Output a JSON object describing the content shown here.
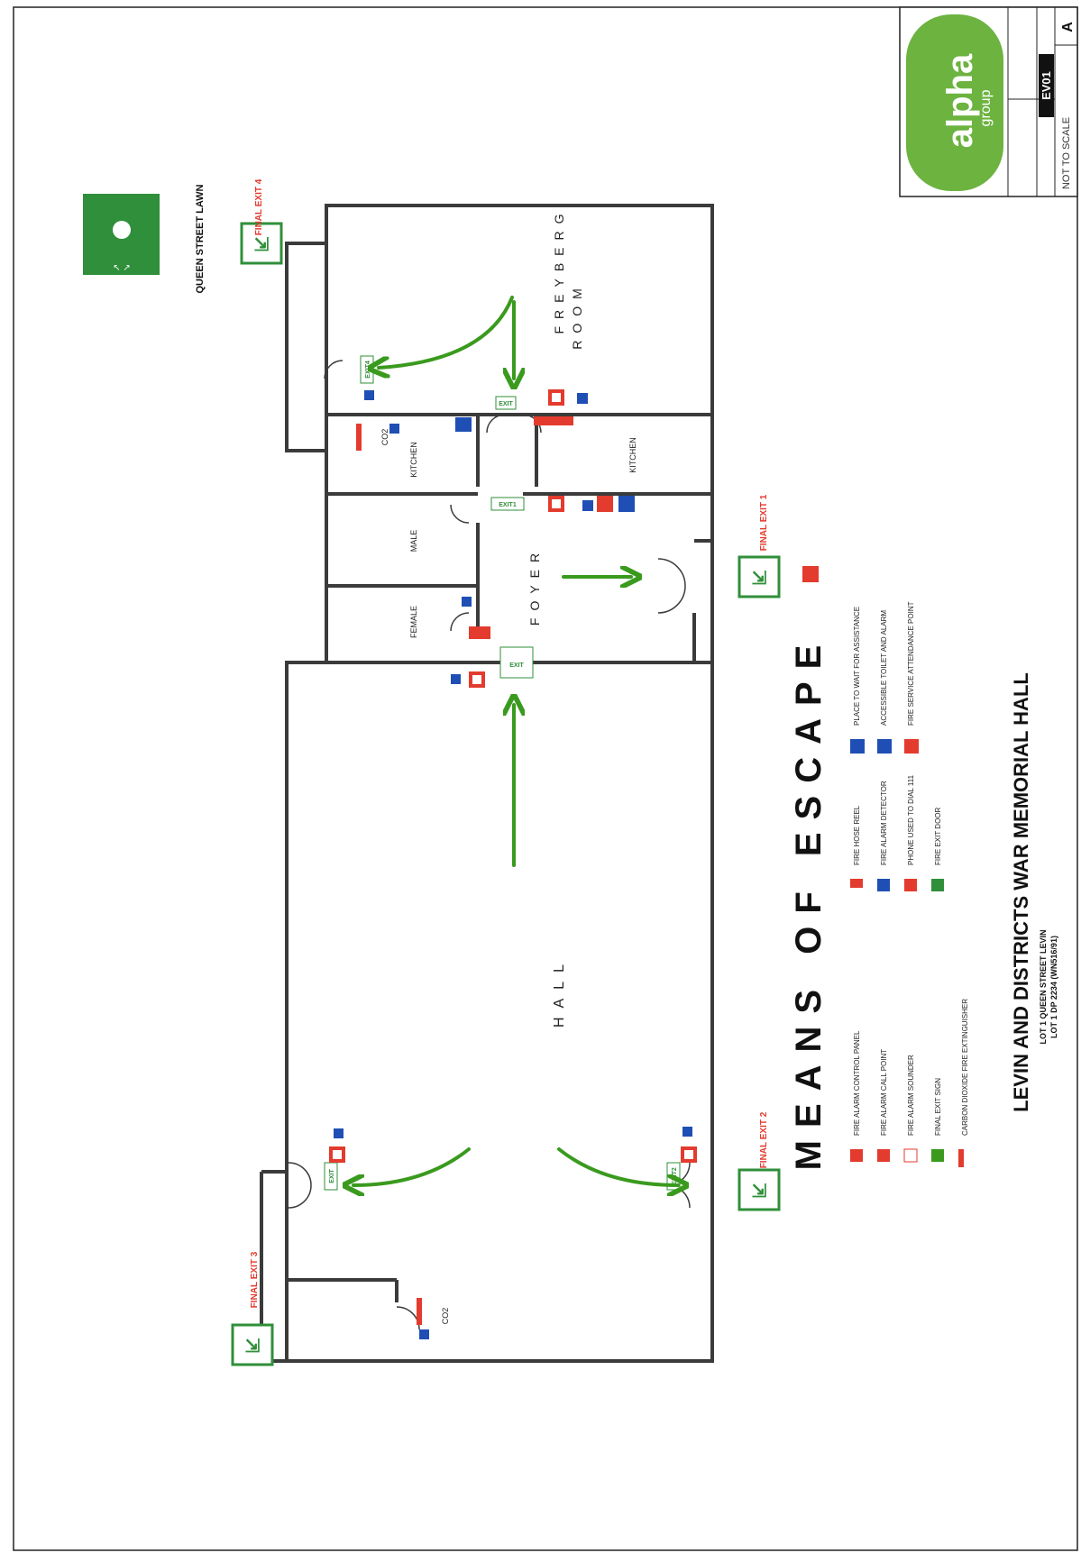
{
  "title_block": {
    "main_title": "MEANS OF ESCAPE",
    "building_name": "LEVIN AND DISTRICTS WAR MEMORIAL HALL",
    "address_line1": "LOT 1   QUEEN STREET   LEVIN",
    "address_line2": "LOT 1   DP 2234 (WN516/91)",
    "logo_word": "alpha",
    "logo_sub": "group",
    "sheet_number": "EV01",
    "revision": "A",
    "scale": "NOT TO SCALE"
  },
  "assembly": {
    "label": "QUEEN STREET LAWN"
  },
  "exits": {
    "final_exit_1": "FINAL EXIT 1",
    "final_exit_2": "FINAL EXIT 2",
    "final_exit_3": "FINAL EXIT 3",
    "final_exit_4": "FINAL EXIT 4",
    "door_exit": "EXIT",
    "door_exit1": "EXIT1",
    "door_exit2": "EXIT2",
    "door_exit4": "EXIT4"
  },
  "rooms": {
    "hall": "HALL",
    "foyer": "FOYER",
    "freyberg_line1": "FREYBERG",
    "freyberg_line2": "ROOM",
    "kitchen": "KITCHEN",
    "male": "MALE",
    "female": "FEMALE"
  },
  "equipment_labels": {
    "co2": "CO2"
  },
  "legend": [
    {
      "symbol": "panel-icon",
      "label": "FIRE ALARM CONTROL PANEL"
    },
    {
      "symbol": "call-point-icon",
      "label": "FIRE ALARM CALL POINT"
    },
    {
      "symbol": "sounder-icon",
      "label": "FIRE ALARM SOUNDER"
    },
    {
      "symbol": "final-exit-icon",
      "label": "FINAL EXIT SIGN"
    },
    {
      "symbol": "extinguisher-icon",
      "label": "CARBON DIOXIDE FIRE EXTINGUISHER"
    },
    {
      "symbol": "hose-reel-icon",
      "label": "FIRE HOSE REEL"
    },
    {
      "symbol": "detector-icon",
      "label": "FIRE ALARM DETECTOR"
    },
    {
      "symbol": "phone-icon",
      "label": "PHONE USED TO DIAL 111"
    },
    {
      "symbol": "exit-door-icon",
      "label": "FIRE EXIT DOOR"
    },
    {
      "symbol": "wheelchair-icon",
      "label": "PLACE TO WAIT FOR ASSISTANCE"
    },
    {
      "symbol": "disabled-toilet-icon",
      "label": "ACCESSIBLE TOILET AND ALARM"
    },
    {
      "symbol": "fire-service-icon",
      "label": "FIRE SERVICE ATTENDANCE POINT"
    }
  ],
  "colors": {
    "arrow_green": "#3a9a1e",
    "sign_green": "#2f8f3a",
    "alarm_red": "#e33b2e",
    "detector_blue": "#1f4fb4",
    "wall": "#3b3b3b",
    "logo_green": "#6cb33f"
  }
}
